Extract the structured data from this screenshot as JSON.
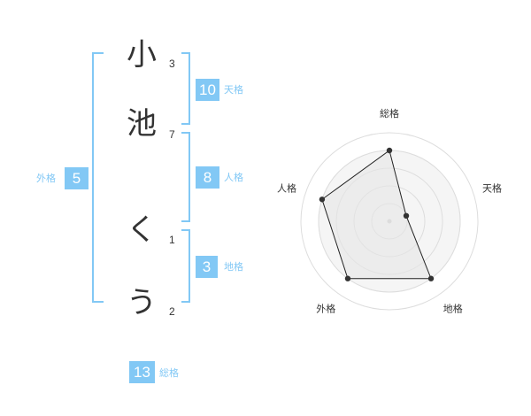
{
  "name_chars": [
    {
      "char": "小",
      "strokes": "3"
    },
    {
      "char": "池",
      "strokes": "7"
    },
    {
      "char": "く",
      "strokes": "1"
    },
    {
      "char": "う",
      "strokes": "2"
    }
  ],
  "fortune": {
    "tenkaku": {
      "value": "10",
      "label": "天格"
    },
    "jinkaku": {
      "value": "8",
      "label": "人格"
    },
    "chikaku": {
      "value": "3",
      "label": "地格"
    },
    "gaikaku": {
      "value": "5",
      "label": "外格"
    },
    "soukaku": {
      "value": "13",
      "label": "総格"
    }
  },
  "colors": {
    "accent": "#82c8f5",
    "text": "#333333",
    "radar_fill": "#eeeeee",
    "ring": "#dddddd"
  },
  "chart_data": {
    "type": "radar",
    "axes": [
      "総格",
      "天格",
      "地格",
      "外格",
      "人格"
    ],
    "values": [
      4,
      1,
      4,
      4,
      4
    ],
    "max": 5,
    "rings": 5
  }
}
